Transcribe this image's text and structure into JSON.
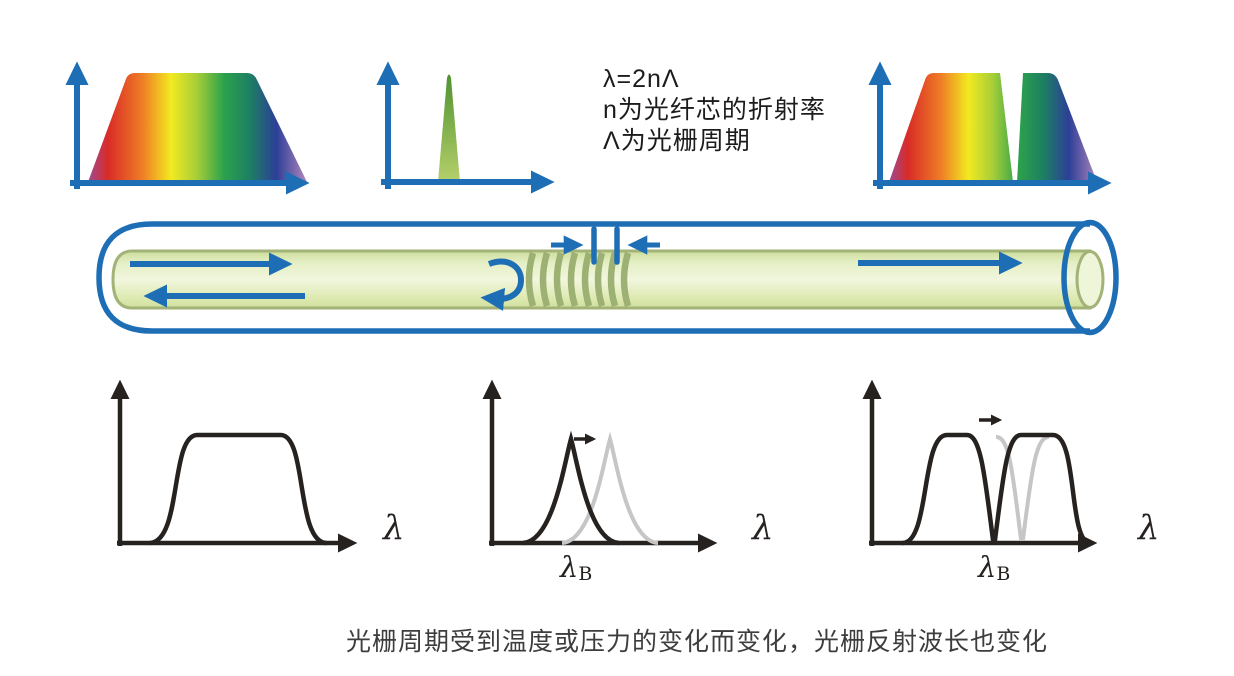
{
  "formula": {
    "line1": "λ=2nΛ",
    "line2": "n为光纤芯的折射率",
    "line3": "Λ为光栅周期"
  },
  "labels": {
    "lambda": "λ",
    "bragg_sub": "B"
  },
  "caption": "光栅周期受到温度或压力的变化而变化，光栅反射波长也变化",
  "colors": {
    "axis_blue": "#1e6eb5",
    "plot_black": "#262220",
    "shifted_gray": "#c6c6c6",
    "core_fill_light": "#f1f6dd",
    "core_fill_edge": "#ccdd9b",
    "core_outline": "#a3b377",
    "grating_line": "#9cb173",
    "peak_green_dark": "#4f9130",
    "peak_green_light": "#b5d06b",
    "spectrum_gradient": [
      "#9c4b96",
      "#d92b27",
      "#ef7e26",
      "#f2ea20",
      "#a5cd39",
      "#2ca24b",
      "#1d7f63",
      "#2c3f97",
      "#b287bd"
    ]
  }
}
